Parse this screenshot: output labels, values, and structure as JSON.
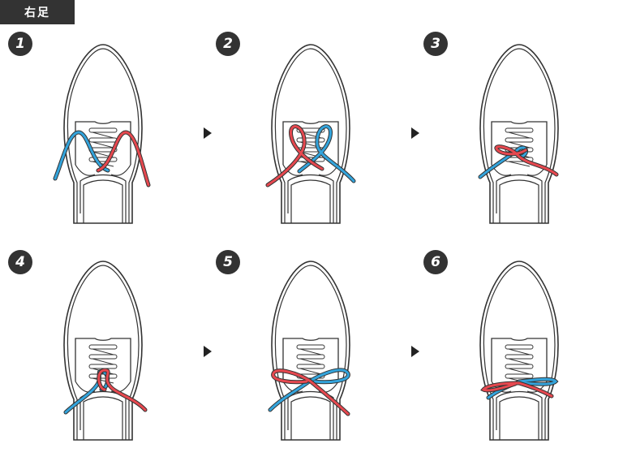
{
  "header": {
    "title": "右足"
  },
  "steps": [
    {
      "number": "1"
    },
    {
      "number": "2"
    },
    {
      "number": "3"
    },
    {
      "number": "4"
    },
    {
      "number": "5"
    },
    {
      "number": "6"
    }
  ],
  "colors": {
    "blue_lace": "#33a4dc",
    "red_lace": "#e6484f",
    "outline": "#333333",
    "header_bg": "#333333"
  },
  "icons": {
    "step_arrow": "triangle-right-icon"
  }
}
